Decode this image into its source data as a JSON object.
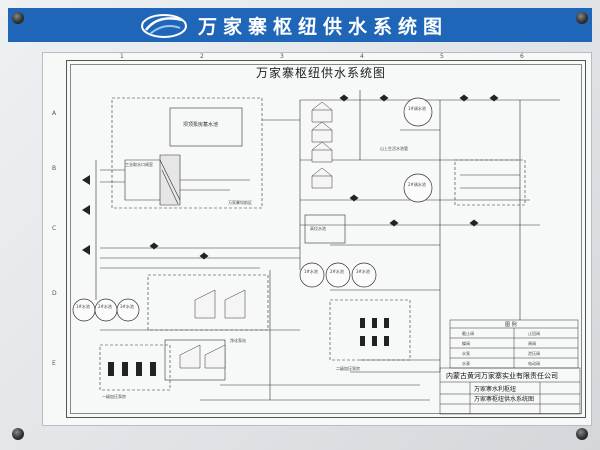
{
  "header": {
    "title": "万家寨枢纽供水系统图"
  },
  "diagram": {
    "title": "万家寨枢纽供水系统图",
    "row_markers": [
      "A",
      "B",
      "C",
      "D",
      "E"
    ],
    "col_markers": [
      "1",
      "2",
      "3",
      "4",
      "5",
      "6"
    ],
    "areas": {
      "upper_left_box": "万家寨坝前区",
      "reservoir_label": "坝顶泵房蓄水池",
      "intake_label": "工业取水口闸室",
      "mid_right_label": "山上生活水池管",
      "pump_station": "净化泵站",
      "left_bottom": "一级加压泵房",
      "sub_left": "高位水池",
      "sub_right": "二级加压泵房"
    },
    "tanks_top": [
      "1#调水池",
      "2#调水池"
    ],
    "tanks_mid": [
      "1#水池",
      "2#水池",
      "3#水池"
    ],
    "tanks_left": [
      "1#水池",
      "2#水池",
      "3#水池"
    ],
    "legend": {
      "title": "图  例",
      "items": [
        "截止阀",
        "止回阀",
        "蝶阀",
        "闸阀",
        "水泵",
        "泄压阀",
        "水表",
        "电动阀"
      ]
    },
    "title_block": {
      "company": "内蒙古黄河万家寨实业有限责任公司",
      "subtitle": "万家寨水利枢纽",
      "drawing_name": "万家寨枢纽供水系统图"
    }
  }
}
